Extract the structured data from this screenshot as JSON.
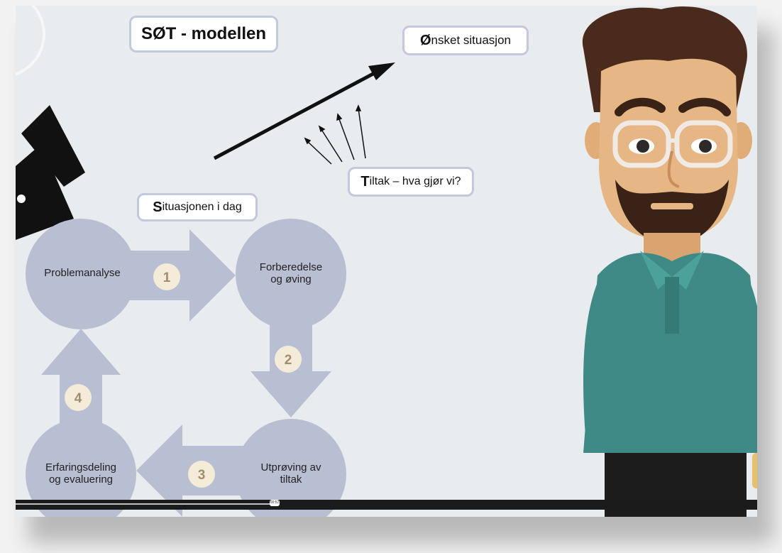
{
  "title": "SØT - modellen",
  "onsket": {
    "initial": "Ø",
    "rest": "nsket situasjon"
  },
  "tiltak": {
    "initial": "T",
    "rest": "iltak – hva gjør vi?"
  },
  "situasjon": {
    "initial": "S",
    "rest": "ituasjonen i dag"
  },
  "cycle": {
    "nodes": [
      {
        "line1": "Problemanalyse",
        "line2": ""
      },
      {
        "line1": "Forberedelse",
        "line2": "og øving"
      },
      {
        "line1": "Utprøving av",
        "line2": "tiltak"
      },
      {
        "line1": "Erfaringsdeling",
        "line2": "og evaluering"
      }
    ],
    "steps": [
      "1",
      "2",
      "3",
      "4"
    ]
  },
  "player": {
    "time": "00:52",
    "progress_fraction": 0.35
  },
  "colors": {
    "cycle": "#b9bfd3",
    "badge": "#f4ecd9",
    "badge_text": "#a08e6d",
    "shirt": "#3f8a86",
    "skin": "#e6b684",
    "hair": "#4a2a1d"
  }
}
